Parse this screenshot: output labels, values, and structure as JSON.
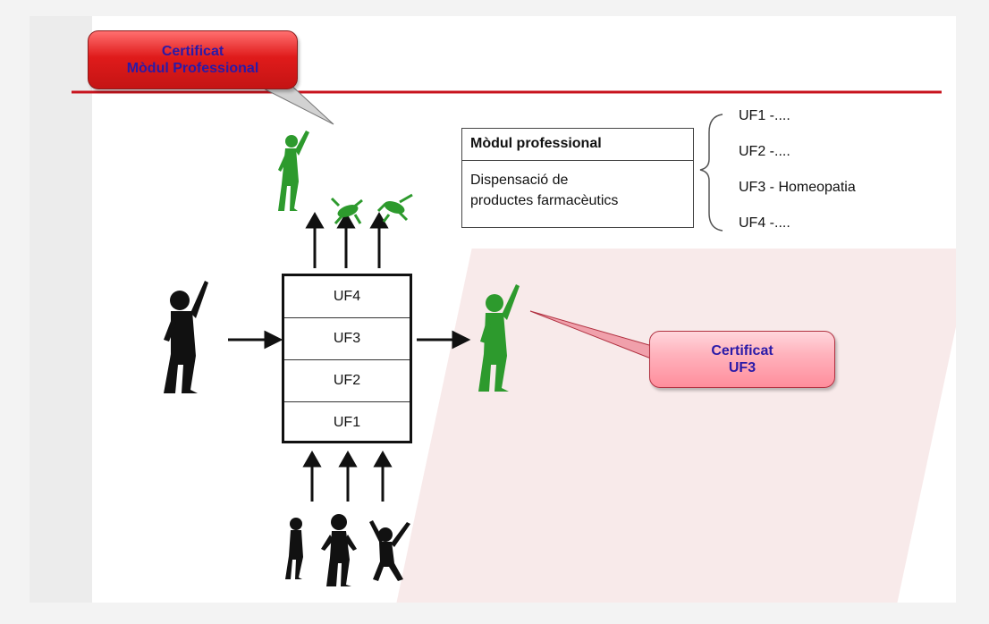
{
  "callouts": {
    "module_certificate": [
      "Certificat",
      "Mòdul Professional"
    ],
    "uf3_certificate": [
      "Certificat",
      "UF3"
    ]
  },
  "module_table": {
    "header": "Mòdul professional",
    "body_lines": [
      "Dispensació de",
      "productes farmacèutics"
    ]
  },
  "uf_list": [
    "UF1 -....",
    "UF2 -....",
    "UF3 - Homeopatia",
    "UF4 -...."
  ],
  "uf_stack": [
    "UF4",
    "UF3",
    "UF2",
    "UF1"
  ],
  "colors": {
    "accent_red": "#c8141e",
    "figure_green": "#2d9a2d",
    "figure_black": "#111111"
  }
}
